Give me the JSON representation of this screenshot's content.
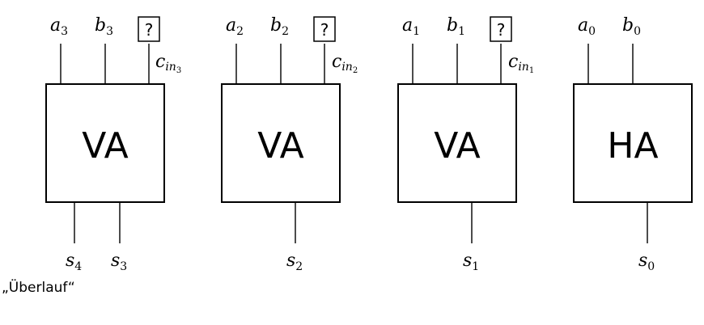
{
  "blocks": [
    {
      "label": "VA",
      "inputs": [
        {
          "var": "a",
          "sub": "3"
        },
        {
          "var": "b",
          "sub": "3"
        }
      ],
      "carry": {
        "marker": "?",
        "var": "c",
        "sub": "in",
        "subsub": "3"
      },
      "outputs": [
        {
          "var": "s",
          "sub": "4"
        },
        {
          "var": "s",
          "sub": "3"
        }
      ]
    },
    {
      "label": "VA",
      "inputs": [
        {
          "var": "a",
          "sub": "2"
        },
        {
          "var": "b",
          "sub": "2"
        }
      ],
      "carry": {
        "marker": "?",
        "var": "c",
        "sub": "in",
        "subsub": "2"
      },
      "outputs": [
        {
          "var": "s",
          "sub": "2"
        }
      ]
    },
    {
      "label": "VA",
      "inputs": [
        {
          "var": "a",
          "sub": "1"
        },
        {
          "var": "b",
          "sub": "1"
        }
      ],
      "carry": {
        "marker": "?",
        "var": "c",
        "sub": "in",
        "subsub": "1"
      },
      "outputs": [
        {
          "var": "s",
          "sub": "1"
        }
      ]
    },
    {
      "label": "HA",
      "inputs": [
        {
          "var": "a",
          "sub": "0"
        },
        {
          "var": "b",
          "sub": "0"
        }
      ],
      "carry": null,
      "outputs": [
        {
          "var": "s",
          "sub": "0"
        }
      ]
    }
  ],
  "overflow_note": "„Überlauf“"
}
